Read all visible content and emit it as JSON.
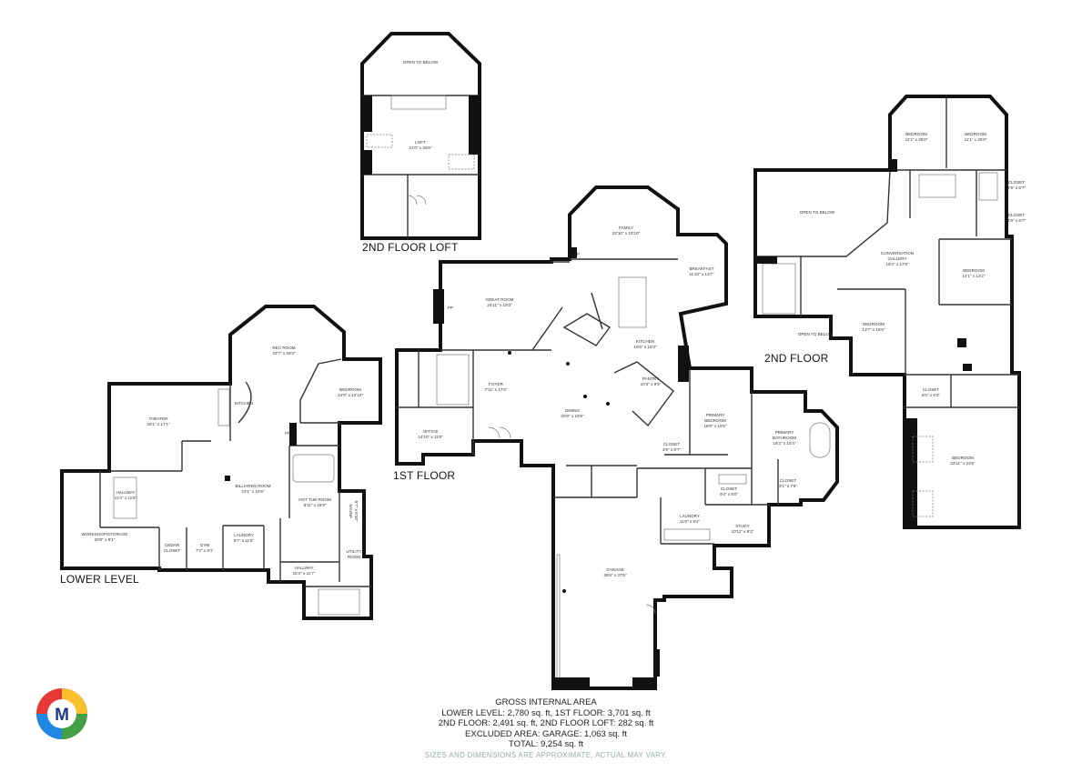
{
  "floors": {
    "loft": "2ND FLOOR LOFT",
    "first": "1ST FLOOR",
    "second": "2ND FLOOR",
    "lower": "LOWER LEVEL"
  },
  "rooms": {
    "loft_open": "OPEN TO BELOW",
    "loft": "LOFT",
    "loft_dim": "21'0\" x 26'6\"",
    "family": "FAMILY",
    "family_dim": "22'10\" x 18'10\"",
    "breakfast": "BREAKFAST",
    "breakfast_dim": "11'10\" x 13'7\"",
    "great_room": "GREAT ROOM",
    "great_room_dim": "24'11\" x 18'3\"",
    "kitchen": "KITCHEN",
    "kitchen_dim": "19'6\" x 16'3\"",
    "foyer": "FOYER",
    "foyer_dim": "7'11\" x 17'6\"",
    "dining": "DINING",
    "dining_dim": "20'8\" x 19'9\"",
    "pantry": "PANTRY",
    "pantry_dim": "10'4\" x 9'5\"",
    "office": "OFFICE",
    "office_dim": "14'10\" x 11'8\"",
    "primary_bedroom": "PRIMARY",
    "primary_bedroom_2": "BEDROOM",
    "primary_bedroom_dim": "18'9\" x 19'5\"",
    "primary_bath": "PRIMARY",
    "primary_bath_2": "BATHROOM",
    "primary_bath_dim": "16'3\" x 15'4\"",
    "closet1": "CLOSET",
    "closet1_dim": "3'6\" x 5'7\"",
    "closet2": "CLOSET",
    "closet2_dim": "9'4\" x 8'0\"",
    "closet3": "CLOSET",
    "closet3_dim": "3'1\" x 7'9\"",
    "laundry1": "LAUNDRY",
    "laundry1_dim": "11'0\" x 8'4\"",
    "study": "STUDY",
    "study_dim": "10'11\" x 9'2\"",
    "garage": "GARAGE",
    "garage_dim": "36'6\" x 37'5\"",
    "fp1": "FP",
    "fp2": "FP",
    "fp3": "FP",
    "bed_a": "BEDROOM",
    "bed_a_dim": "11'1\" x 25'0\"",
    "bed_b": "BEDROOM",
    "bed_b_dim": "11'1\" x 25'0\"",
    "closet_a": "CLOSET",
    "closet_a_dim": "4'9\" x 6'7\"",
    "closet_b": "CLOSET",
    "closet_b_dim": "4'9\" x 6'7\"",
    "open_below_1": "OPEN TO BELOW",
    "open_below_2": "OPEN TO BELOW",
    "conv_gallery": "CONVERSATION",
    "conv_gallery_2": "GALLERY",
    "conv_gallery_dim": "18'4\" x 17'8\"",
    "bed_c": "BEDROOM",
    "bed_c_dim": "14'1\" x 13'2\"",
    "bed_d": "BEDROOM",
    "bed_d_dim": "13'7\" x 16'6\"",
    "closet_c": "CLOSET",
    "closet_c_dim": "6'5\" x 6'3\"",
    "bed_e": "BEDROOM",
    "bed_e_dim": "22'11\" x 23'6\"",
    "rec_room": "REC ROOM",
    "rec_room_dim": "22'7\" x 28'3\"",
    "ll_kitchen": "KITCHEN",
    "ll_bedroom": "BEDROOM",
    "ll_bedroom_dim": "14'0\" x 12'10\"",
    "theater": "THEATER",
    "theater_dim": "20'1\" x 17'1\"",
    "billiards": "BILLIARDS ROOM",
    "billiards_dim": "23'1\" x 16'9\"",
    "hallway1": "HALLWAY",
    "hallway1_dim": "11'4\" x 11'6\"",
    "hot_tub": "HOT TUB ROOM",
    "hot_tub_dim": "8'11\" x 18'9\"",
    "sauna": "SAUNA",
    "sauna_dim": "5'7\" x 8'10\"",
    "workshop": "WORKSHOP/STORAGE",
    "workshop_dim": "20'0\" x 9'1\"",
    "cedar": "CEDAR",
    "cedar_2": "CLOSET",
    "gym": "GYM",
    "gym_dim": "7'2\" x 9'1\"",
    "laundry2": "LAUNDRY",
    "laundry2_dim": "8'7\" x 11'5\"",
    "utility": "UTILITY",
    "utility_2": "ROOM",
    "hallway2": "HALLWAY",
    "hallway2_dim": "15'4\" x 11'7\""
  },
  "summary": {
    "title": "GROSS INTERNAL AREA",
    "line1": "LOWER LEVEL: 2,780 sq. ft, 1ST FLOOR: 3,701 sq. ft",
    "line2": "2ND FLOOR: 2,491 sq. ft, 2ND FLOOR LOFT: 282 sq. ft",
    "line3": "EXCLUDED AREA: GARAGE: 1,063 sq. ft",
    "line4": "TOTAL: 9,254 sq. ft",
    "disclaimer": "SIZES AND DIMENSIONS ARE APPROXIMATE, ACTUAL MAY VARY."
  },
  "logo": {
    "letter": "M",
    "colors": [
      "#e53935",
      "#fbc02d",
      "#43a047",
      "#1e88e5"
    ]
  }
}
